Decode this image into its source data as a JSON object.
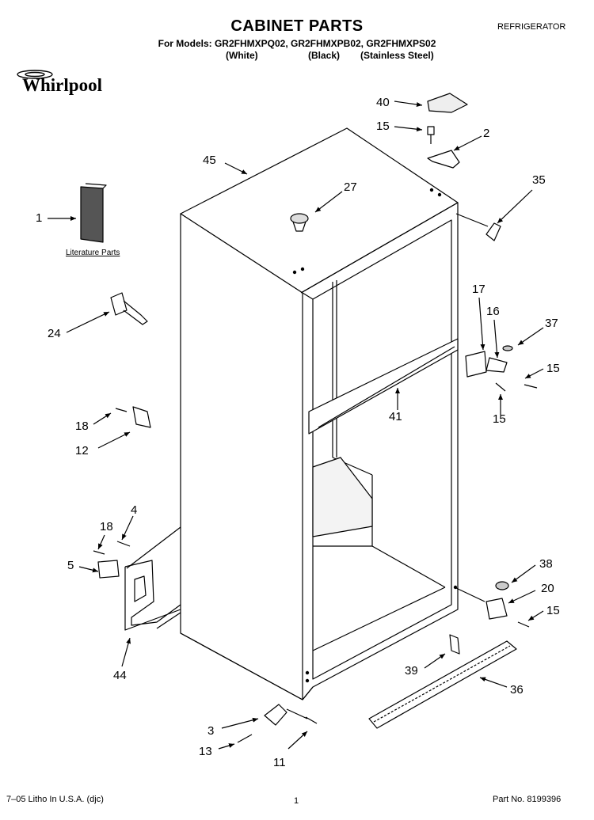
{
  "header": {
    "title": "CABINET PARTS",
    "models": "For Models: GR2FHMXPQ02, GR2FHMXPB02, GR2FHMXPS02",
    "finish_white": "(White)",
    "finish_black": "(Black)",
    "finish_stainless": "(Stainless Steel)",
    "appliance": "REFRIGERATOR",
    "brand": "Whirlpool"
  },
  "literature_label": "Literature Parts",
  "callouts": {
    "c40": "40",
    "c15a": "15",
    "c2": "2",
    "c45": "45",
    "c27": "27",
    "c35": "35",
    "c1": "1",
    "c24": "24",
    "c17": "17",
    "c16": "16",
    "c37": "37",
    "c15b": "15",
    "c15c": "15",
    "c41": "41",
    "c18a": "18",
    "c12": "12",
    "c4": "4",
    "c18b": "18",
    "c5": "5",
    "c44": "44",
    "c38": "38",
    "c20": "20",
    "c15d": "15",
    "c39": "39",
    "c36": "36",
    "c3": "3",
    "c13": "13",
    "c11": "11"
  },
  "footer": {
    "litho": "7–05 Litho In U.S.A. (djc)",
    "page": "1",
    "part_no": "Part No. 8199396"
  }
}
